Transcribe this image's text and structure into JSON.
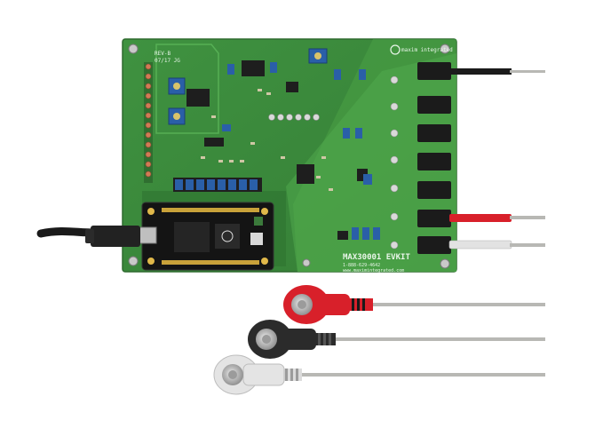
{
  "board": {
    "model_text": "MAX30001 EVKIT",
    "phone_text": "1-888-629-4642",
    "url_text": "www.maximintegrated.com",
    "revision_text": "REV-B",
    "date_text": "07/17 JG",
    "brand_text": "maxim integrated"
  },
  "colors": {
    "pcb": "#3a8a3a",
    "pcb_light": "#4fa84c",
    "pcb_dark": "#2f6f30",
    "header_blue": "#2a5fa8",
    "cable_dark": "#222222",
    "electrode_red": "#d8202a",
    "electrode_black": "#2b2b2b",
    "electrode_white": "#dcdcdc",
    "lead_gray": "#b8b8b4"
  },
  "electrodes": [
    {
      "color": "red"
    },
    {
      "color": "black"
    },
    {
      "color": "white"
    }
  ]
}
